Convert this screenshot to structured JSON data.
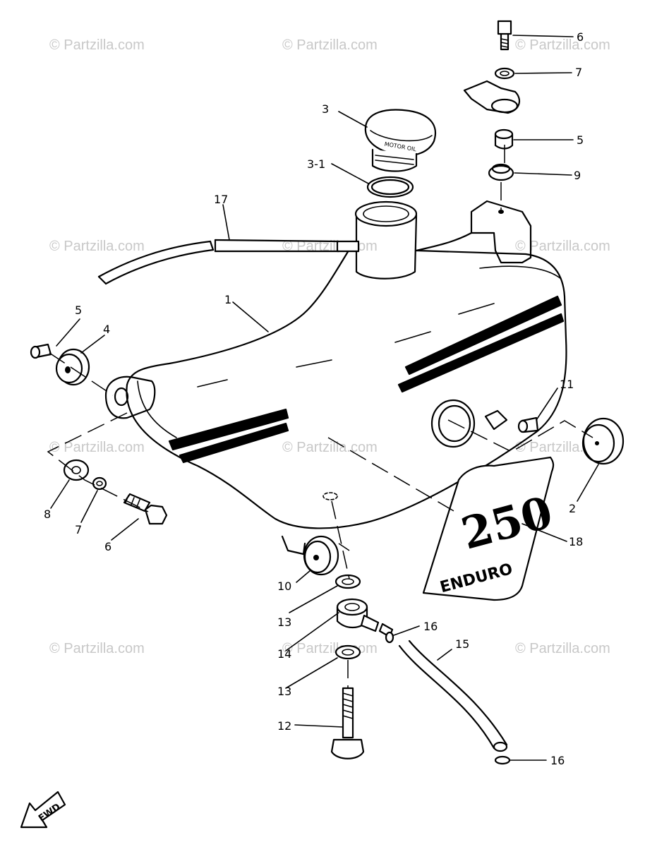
{
  "watermark": "© Partzilla.com",
  "callouts": {
    "c1": "1",
    "c2": "2",
    "c3": "3",
    "c3_1": "3-1",
    "c4": "4",
    "c5a": "5",
    "c5b": "5",
    "c6a": "6",
    "c6b": "6",
    "c7a": "7",
    "c7b": "7",
    "c8": "8",
    "c9": "9",
    "c10": "10",
    "c11": "11",
    "c12": "12",
    "c13a": "13",
    "c13b": "13",
    "c14": "14",
    "c15": "15",
    "c16a": "16",
    "c16b": "16",
    "c17": "17",
    "c18": "18"
  },
  "labels": {
    "cap_text": "MOTOR OIL",
    "emblem_number": "250",
    "emblem_text": "ENDURO",
    "fwd": "FWD"
  }
}
